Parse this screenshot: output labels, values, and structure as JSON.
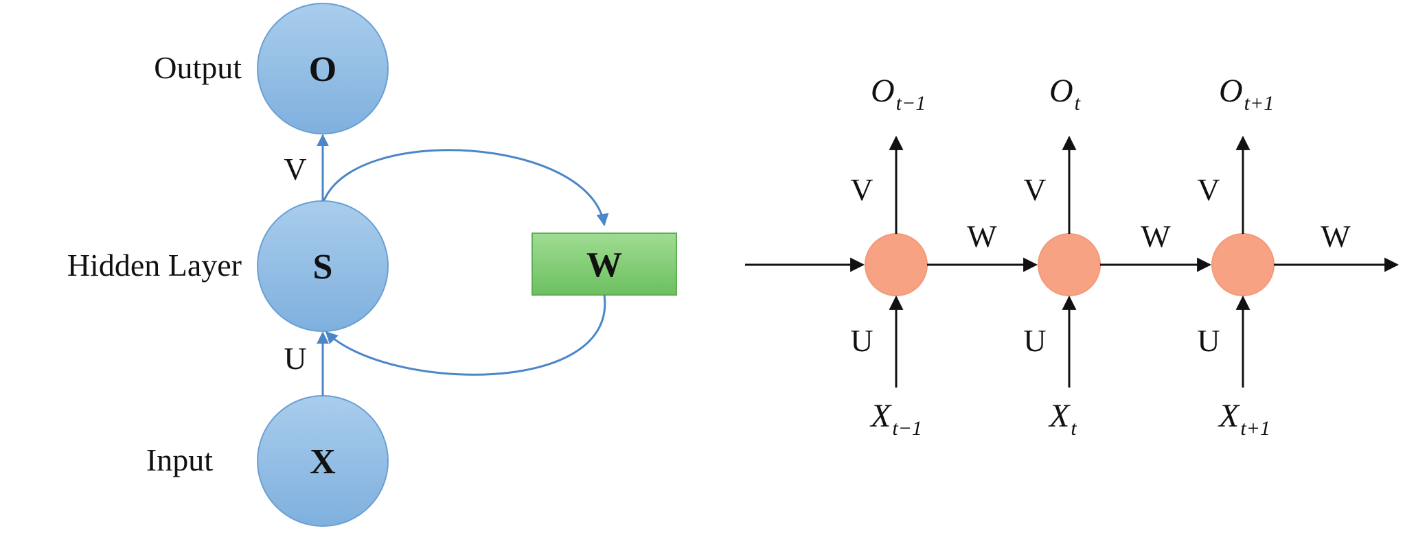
{
  "folded": {
    "nodes": {
      "output": {
        "side_label": "Output",
        "symbol": "O"
      },
      "hidden": {
        "side_label": "Hidden Layer",
        "symbol": "S"
      },
      "input": {
        "side_label": "Input",
        "symbol": "X"
      }
    },
    "weights": {
      "v": "V",
      "u": "U",
      "w": "W"
    }
  },
  "unfolded": {
    "steps": [
      {
        "out_main": "O",
        "out_sub": "t−1",
        "in_main": "X",
        "in_sub": "t−1",
        "v": "V",
        "u": "U"
      },
      {
        "out_main": "O",
        "out_sub": "t",
        "in_main": "X",
        "in_sub": "t",
        "v": "V",
        "u": "U"
      },
      {
        "out_main": "O",
        "out_sub": "t+1",
        "in_main": "X",
        "in_sub": "t+1",
        "v": "V",
        "u": "U"
      }
    ],
    "recurrent_weight": "W"
  },
  "colors": {
    "node_fill_top": "#a9cdec",
    "node_fill_bottom": "#7fb0de",
    "node_stroke": "#6a9fd4",
    "w_box_fill_top": "#9fdc93",
    "w_box_fill_bottom": "#6cc05f",
    "w_box_stroke": "#5fae54",
    "unrolled_node_fill": "#f7a283",
    "unrolled_node_stroke": "#f29a79",
    "blue_arrow": "#4a86c8",
    "black_arrow": "#111111"
  }
}
